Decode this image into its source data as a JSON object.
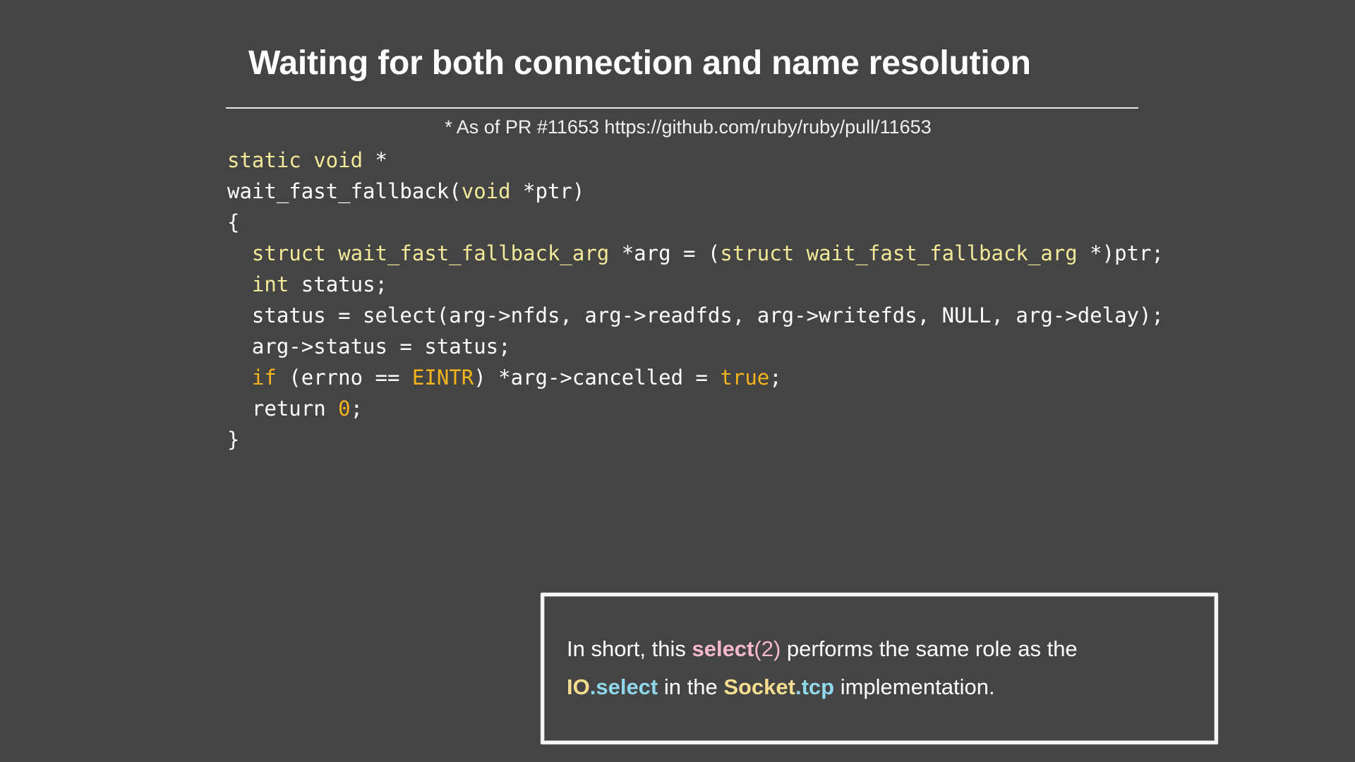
{
  "slide": {
    "background_color": "#444444",
    "title": "Waiting for both connection and name resolution",
    "footnote": "* As of PR #11653 https://github.com/ruby/ruby/pull/11653"
  },
  "code": {
    "language": "c",
    "lines": [
      [
        {
          "t": "static void ",
          "c": "type"
        },
        {
          "t": "*",
          "c": "plain"
        }
      ],
      [
        {
          "t": "wait_fast_fallback(",
          "c": "plain"
        },
        {
          "t": "void",
          "c": "type"
        },
        {
          "t": " *ptr)",
          "c": "plain"
        }
      ],
      [
        {
          "t": "{",
          "c": "plain"
        }
      ],
      [
        {
          "t": "  ",
          "c": "plain"
        },
        {
          "t": "struct wait_fast_fallback_arg",
          "c": "type"
        },
        {
          "t": " *arg = (",
          "c": "plain"
        },
        {
          "t": "struct wait_fast_fallback_arg",
          "c": "type"
        },
        {
          "t": " *)ptr;",
          "c": "plain"
        }
      ],
      [
        {
          "t": "  ",
          "c": "plain"
        },
        {
          "t": "int",
          "c": "type"
        },
        {
          "t": " status;",
          "c": "plain"
        }
      ],
      [
        {
          "t": "  status = select(arg->nfds, arg->readfds, arg->writefds, NULL, arg->delay);",
          "c": "plain"
        }
      ],
      [
        {
          "t": "  arg->status = status;",
          "c": "plain"
        }
      ],
      [
        {
          "t": "  ",
          "c": "plain"
        },
        {
          "t": "if",
          "c": "ctrl"
        },
        {
          "t": " (errno == ",
          "c": "plain"
        },
        {
          "t": "EINTR",
          "c": "ctrl"
        },
        {
          "t": ") *arg->cancelled = ",
          "c": "plain"
        },
        {
          "t": "true",
          "c": "ctrl"
        },
        {
          "t": ";",
          "c": "plain"
        }
      ],
      [
        {
          "t": "  return ",
          "c": "plain"
        },
        {
          "t": "0",
          "c": "ctrl"
        },
        {
          "t": ";",
          "c": "plain"
        }
      ],
      [
        {
          "t": "}",
          "c": "plain"
        }
      ]
    ],
    "colors": {
      "type": "#f2e999",
      "ctrl": "#f5b41d",
      "plain": "#ffffff"
    }
  },
  "callout": {
    "border_color": "#f2f2f2",
    "lines": [
      [
        {
          "t": "In short, this ",
          "c": "white"
        },
        {
          "t": "select",
          "c": "pink-bold"
        },
        {
          "t": "(2)",
          "c": "pink"
        },
        {
          "t": " performs the same role as the",
          "c": "white"
        }
      ],
      [
        {
          "t": "IO",
          "c": "yellow"
        },
        {
          "t": ".select",
          "c": "blue"
        },
        {
          "t": " in the ",
          "c": "white"
        },
        {
          "t": "Socket",
          "c": "yellow"
        },
        {
          "t": ".tcp",
          "c": "blue"
        },
        {
          "t": " implementation.",
          "c": "white"
        }
      ]
    ],
    "colors": {
      "pink": "#f7b9cb",
      "yellow": "#f5dd8f",
      "blue": "#8fd8ec",
      "white": "#ffffff"
    }
  }
}
